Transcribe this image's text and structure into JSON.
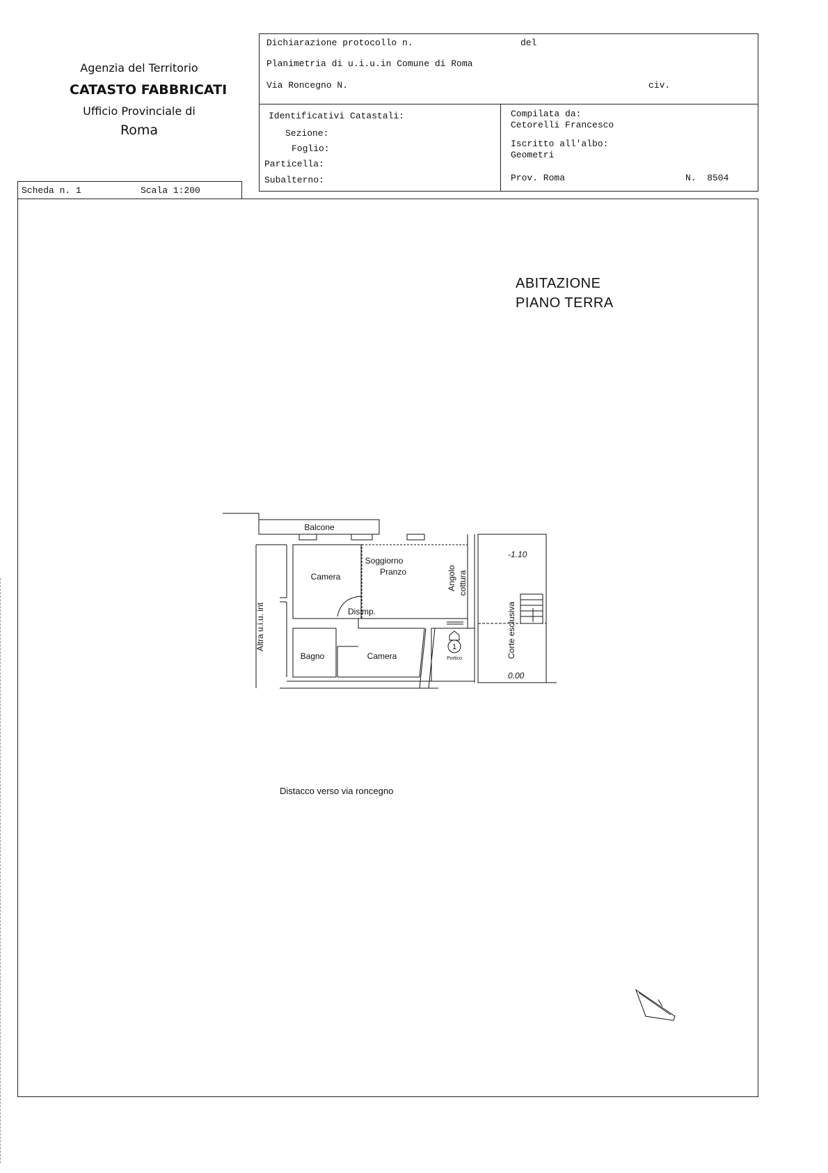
{
  "agency": {
    "line1": "Agenzia del Territorio",
    "line2": "CATASTO FABBRICATI",
    "line3": "Ufficio Provinciale di",
    "line4": "Roma"
  },
  "header": {
    "protocol_label": "Dichiarazione protocollo n.",
    "del_label": "del",
    "planimetria": "Planimetria di u.i.u.in Comune di Roma",
    "address": "Via Roncegno N.",
    "civ_label": "civ.",
    "identificativi_label": "Identificativi Catastali:",
    "sezione_label": "Sezione:",
    "foglio_label": "Foglio:",
    "particella_label": "Particella:",
    "subalterno_label": "Subalterno:",
    "compilata_label": "Compilata da:",
    "compilata_name": "Cetorelli Francesco",
    "iscritto_label": "Iscritto all'albo:",
    "iscritto_value": "Geometri",
    "prov": "Prov. Roma",
    "number": "N.  8504"
  },
  "sheet": {
    "scheda": "Scheda n. 1",
    "scala": "Scala 1:200"
  },
  "drawing": {
    "title1": "ABITAZIONE",
    "title2": "PIANO TERRA",
    "note": "Distacco verso via roncegno",
    "rooms": {
      "balcone": "Balcone",
      "camera1": "Camera",
      "soggiorno": "Soggiorno",
      "pranzo": "Pranzo",
      "angolo": "Angolo",
      "cottura": "cottura",
      "disimp": "Disimp.",
      "altra": "Altra u.i.u. int",
      "bagno": "Bagno",
      "camera2": "Camera",
      "portico": "Portico",
      "entrance_number": "1",
      "corte": "Corte esclusiva",
      "level_high": "-1.10",
      "level_low": "0.00"
    }
  }
}
